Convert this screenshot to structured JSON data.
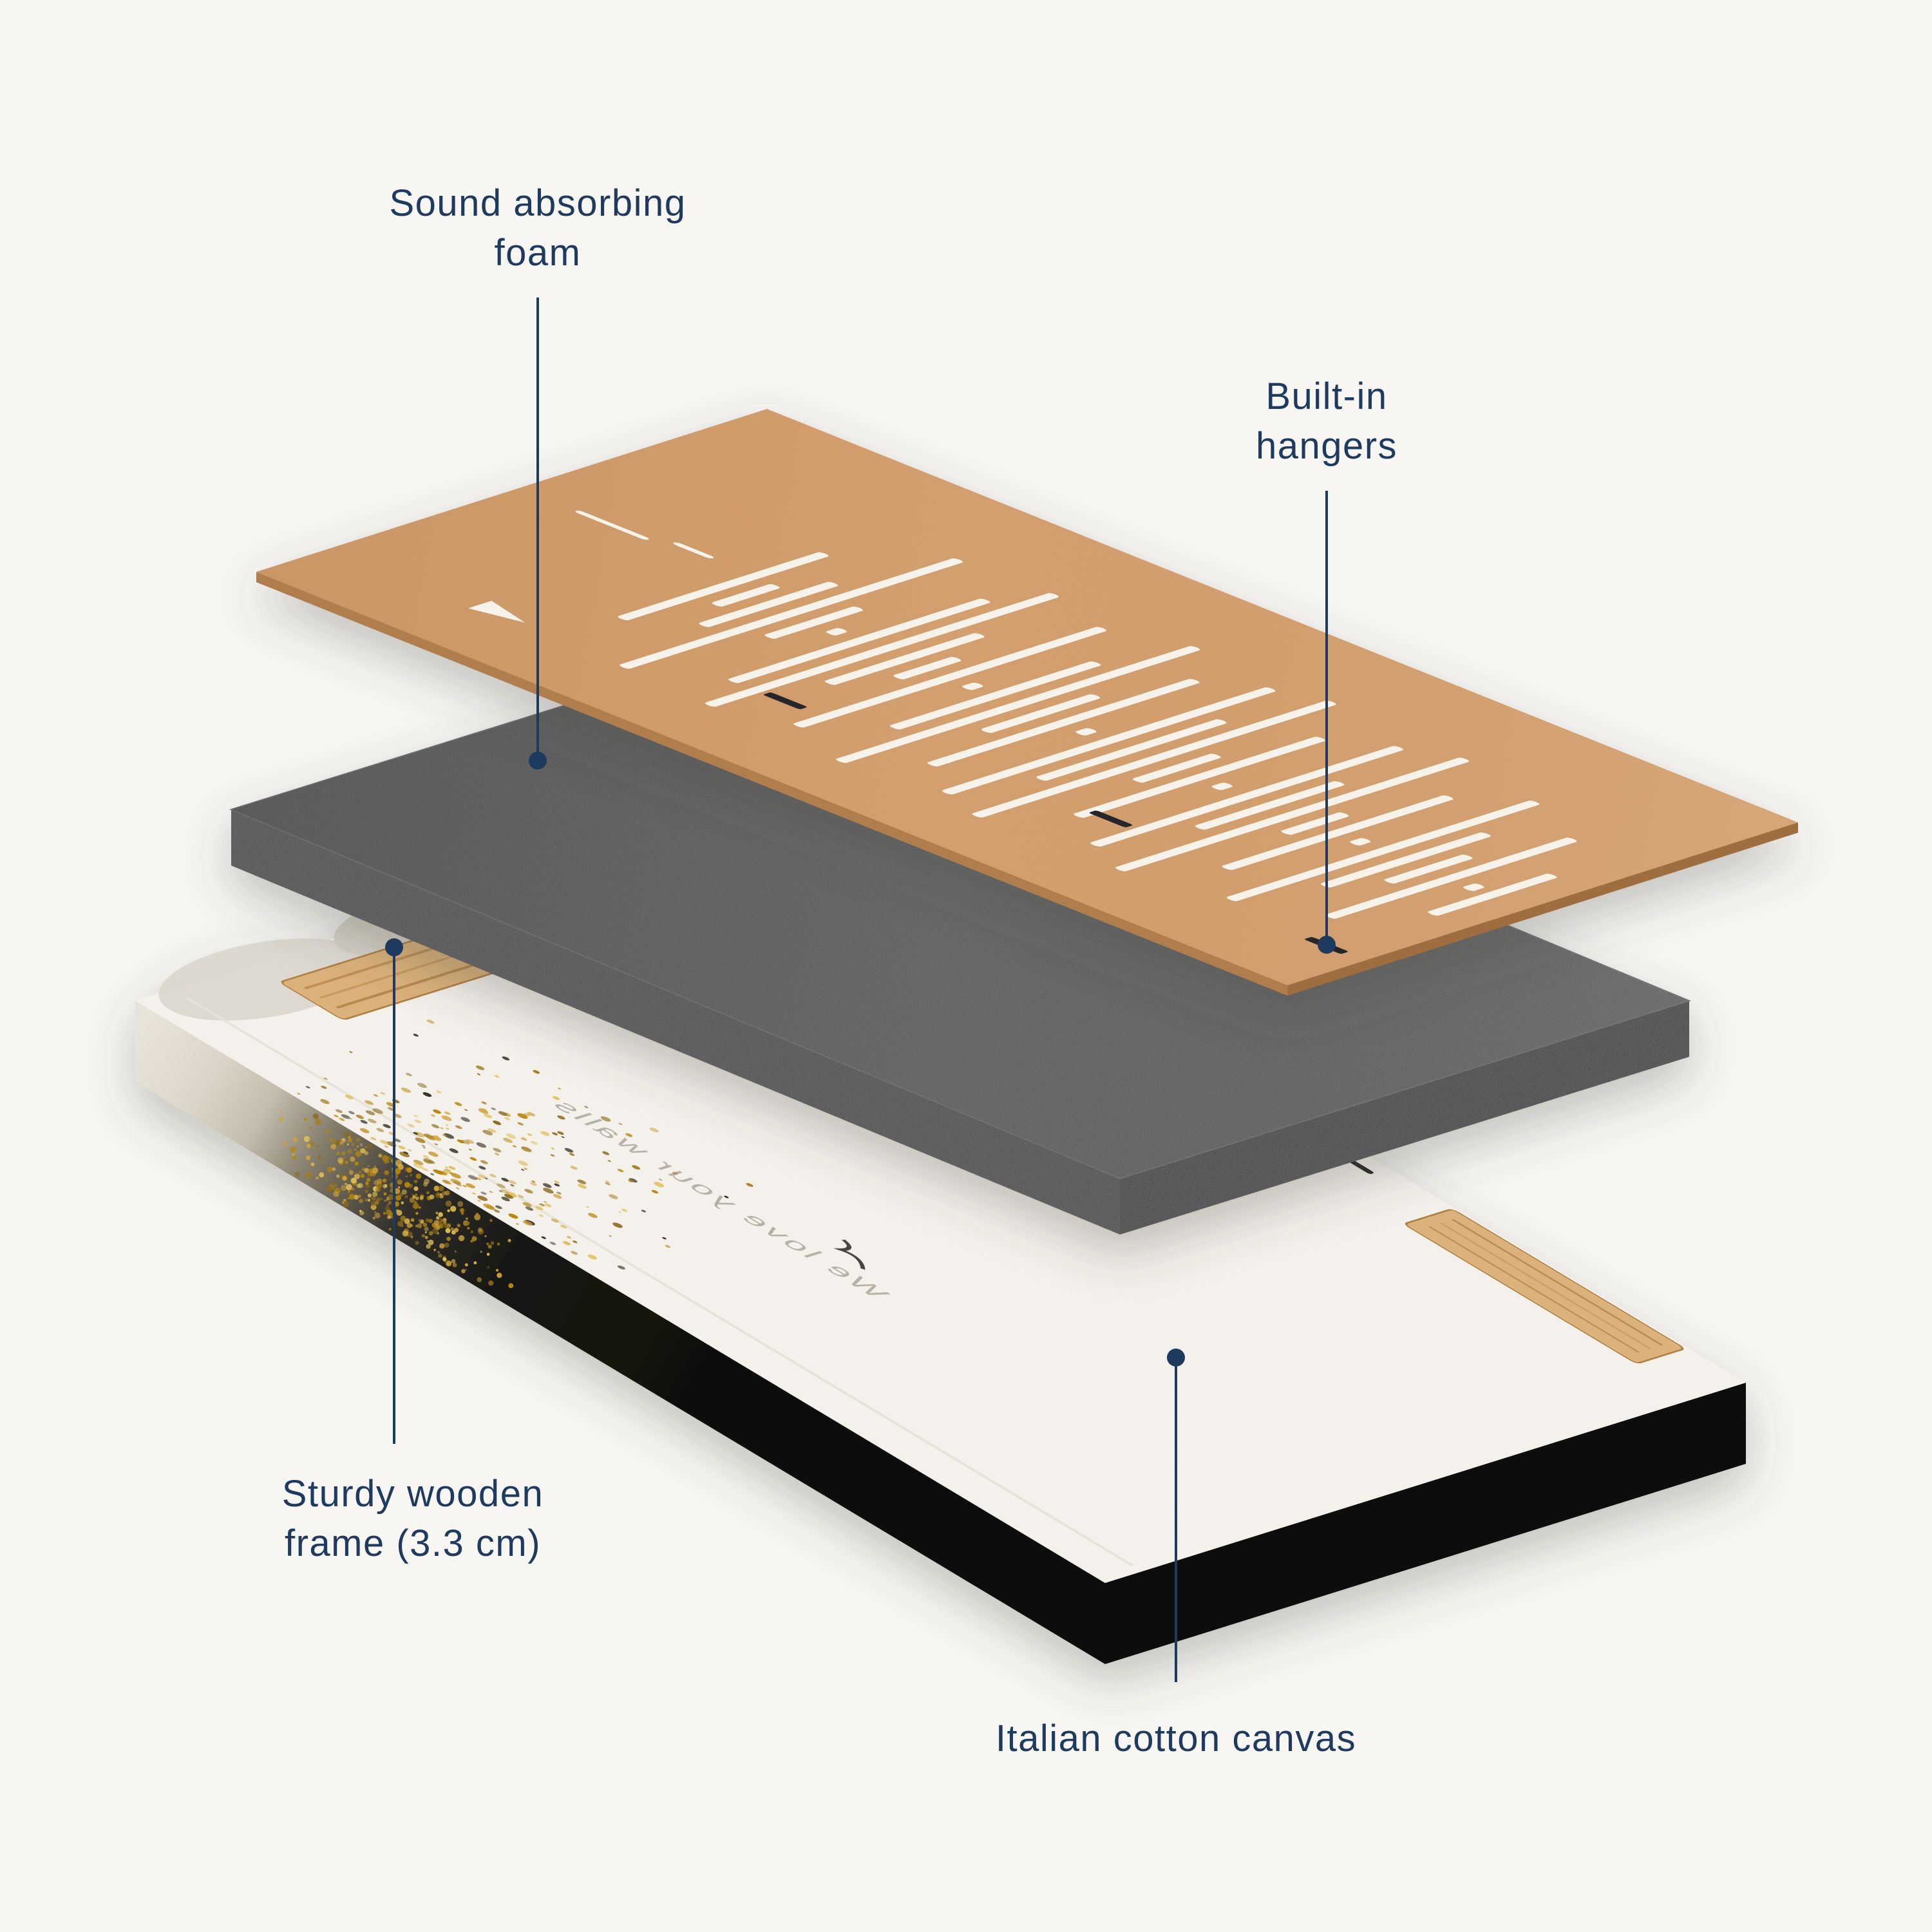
{
  "annotations": {
    "foam": {
      "line1": "Sound absorbing",
      "line2": "foam"
    },
    "hangers": {
      "line1": "Built-in",
      "line2": "hangers"
    },
    "frame": {
      "line1": "Sturdy wooden",
      "line2": "frame (3.3 cm)"
    },
    "canvas": {
      "line1": "Italian cotton canvas"
    }
  },
  "canvas_back_text": "We love your walls",
  "colors": {
    "background": "#f7f6f3",
    "accent": "#1e3a5e",
    "panel_top": "#d7a170",
    "panel_side": "#b07d4e",
    "foam_top": "#4b4b4e",
    "foam_side": "#3e3e41",
    "canvas_top": "#f6f3ed",
    "frame_side_black": "#0b0b0b",
    "cutout": "#f8f3ea",
    "gold_speckle": "#c9a23d",
    "wood": "#dcb27c"
  }
}
